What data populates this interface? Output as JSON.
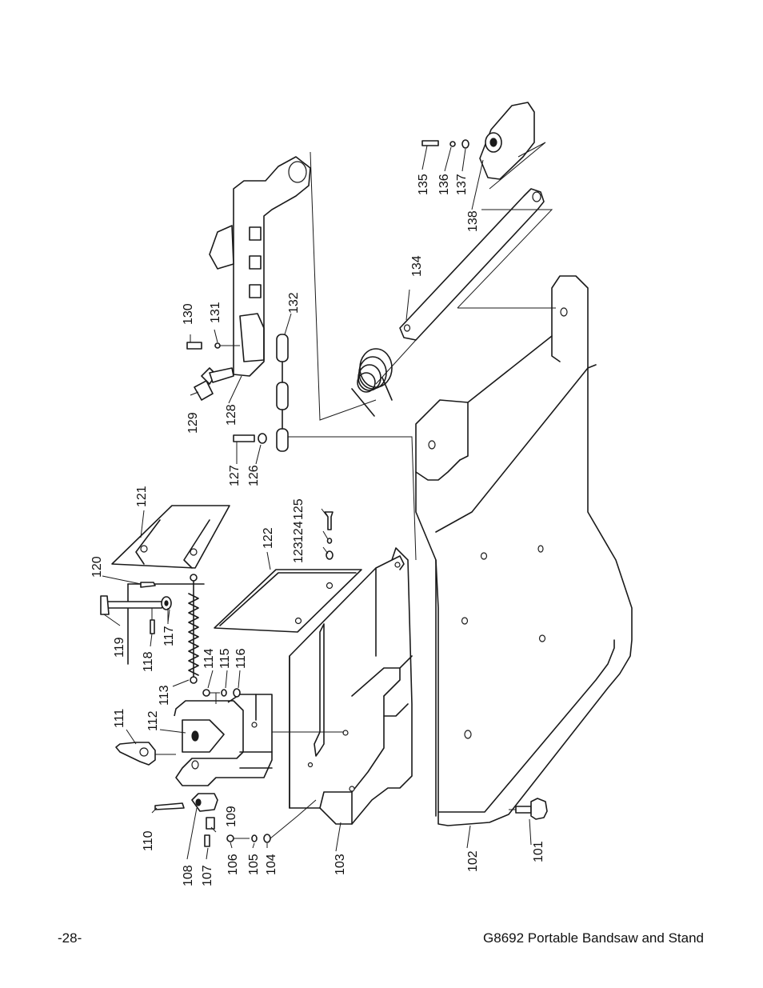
{
  "footer": {
    "page_number": "-28-",
    "title": "G8692 Portable Bandsaw and Stand"
  },
  "callouts": {
    "p101": "101",
    "p102": "102",
    "p103": "103",
    "p104": "104",
    "p105": "105",
    "p106": "106",
    "p107": "107",
    "p108": "108",
    "p109": "109",
    "p110": "110",
    "p111": "111",
    "p112": "112",
    "p113": "113",
    "p114": "114",
    "p115": "115",
    "p116": "116",
    "p117": "117",
    "p118": "118",
    "p119": "119",
    "p120": "120",
    "p121": "121",
    "p122": "122",
    "p123": "123",
    "p124": "124",
    "p125": "125",
    "p126": "126",
    "p127": "127",
    "p128": "128",
    "p129": "129",
    "p130": "130",
    "p131": "131",
    "p132": "132",
    "p134": "134",
    "p135": "135",
    "p136": "136",
    "p137": "137",
    "p138": "138"
  }
}
